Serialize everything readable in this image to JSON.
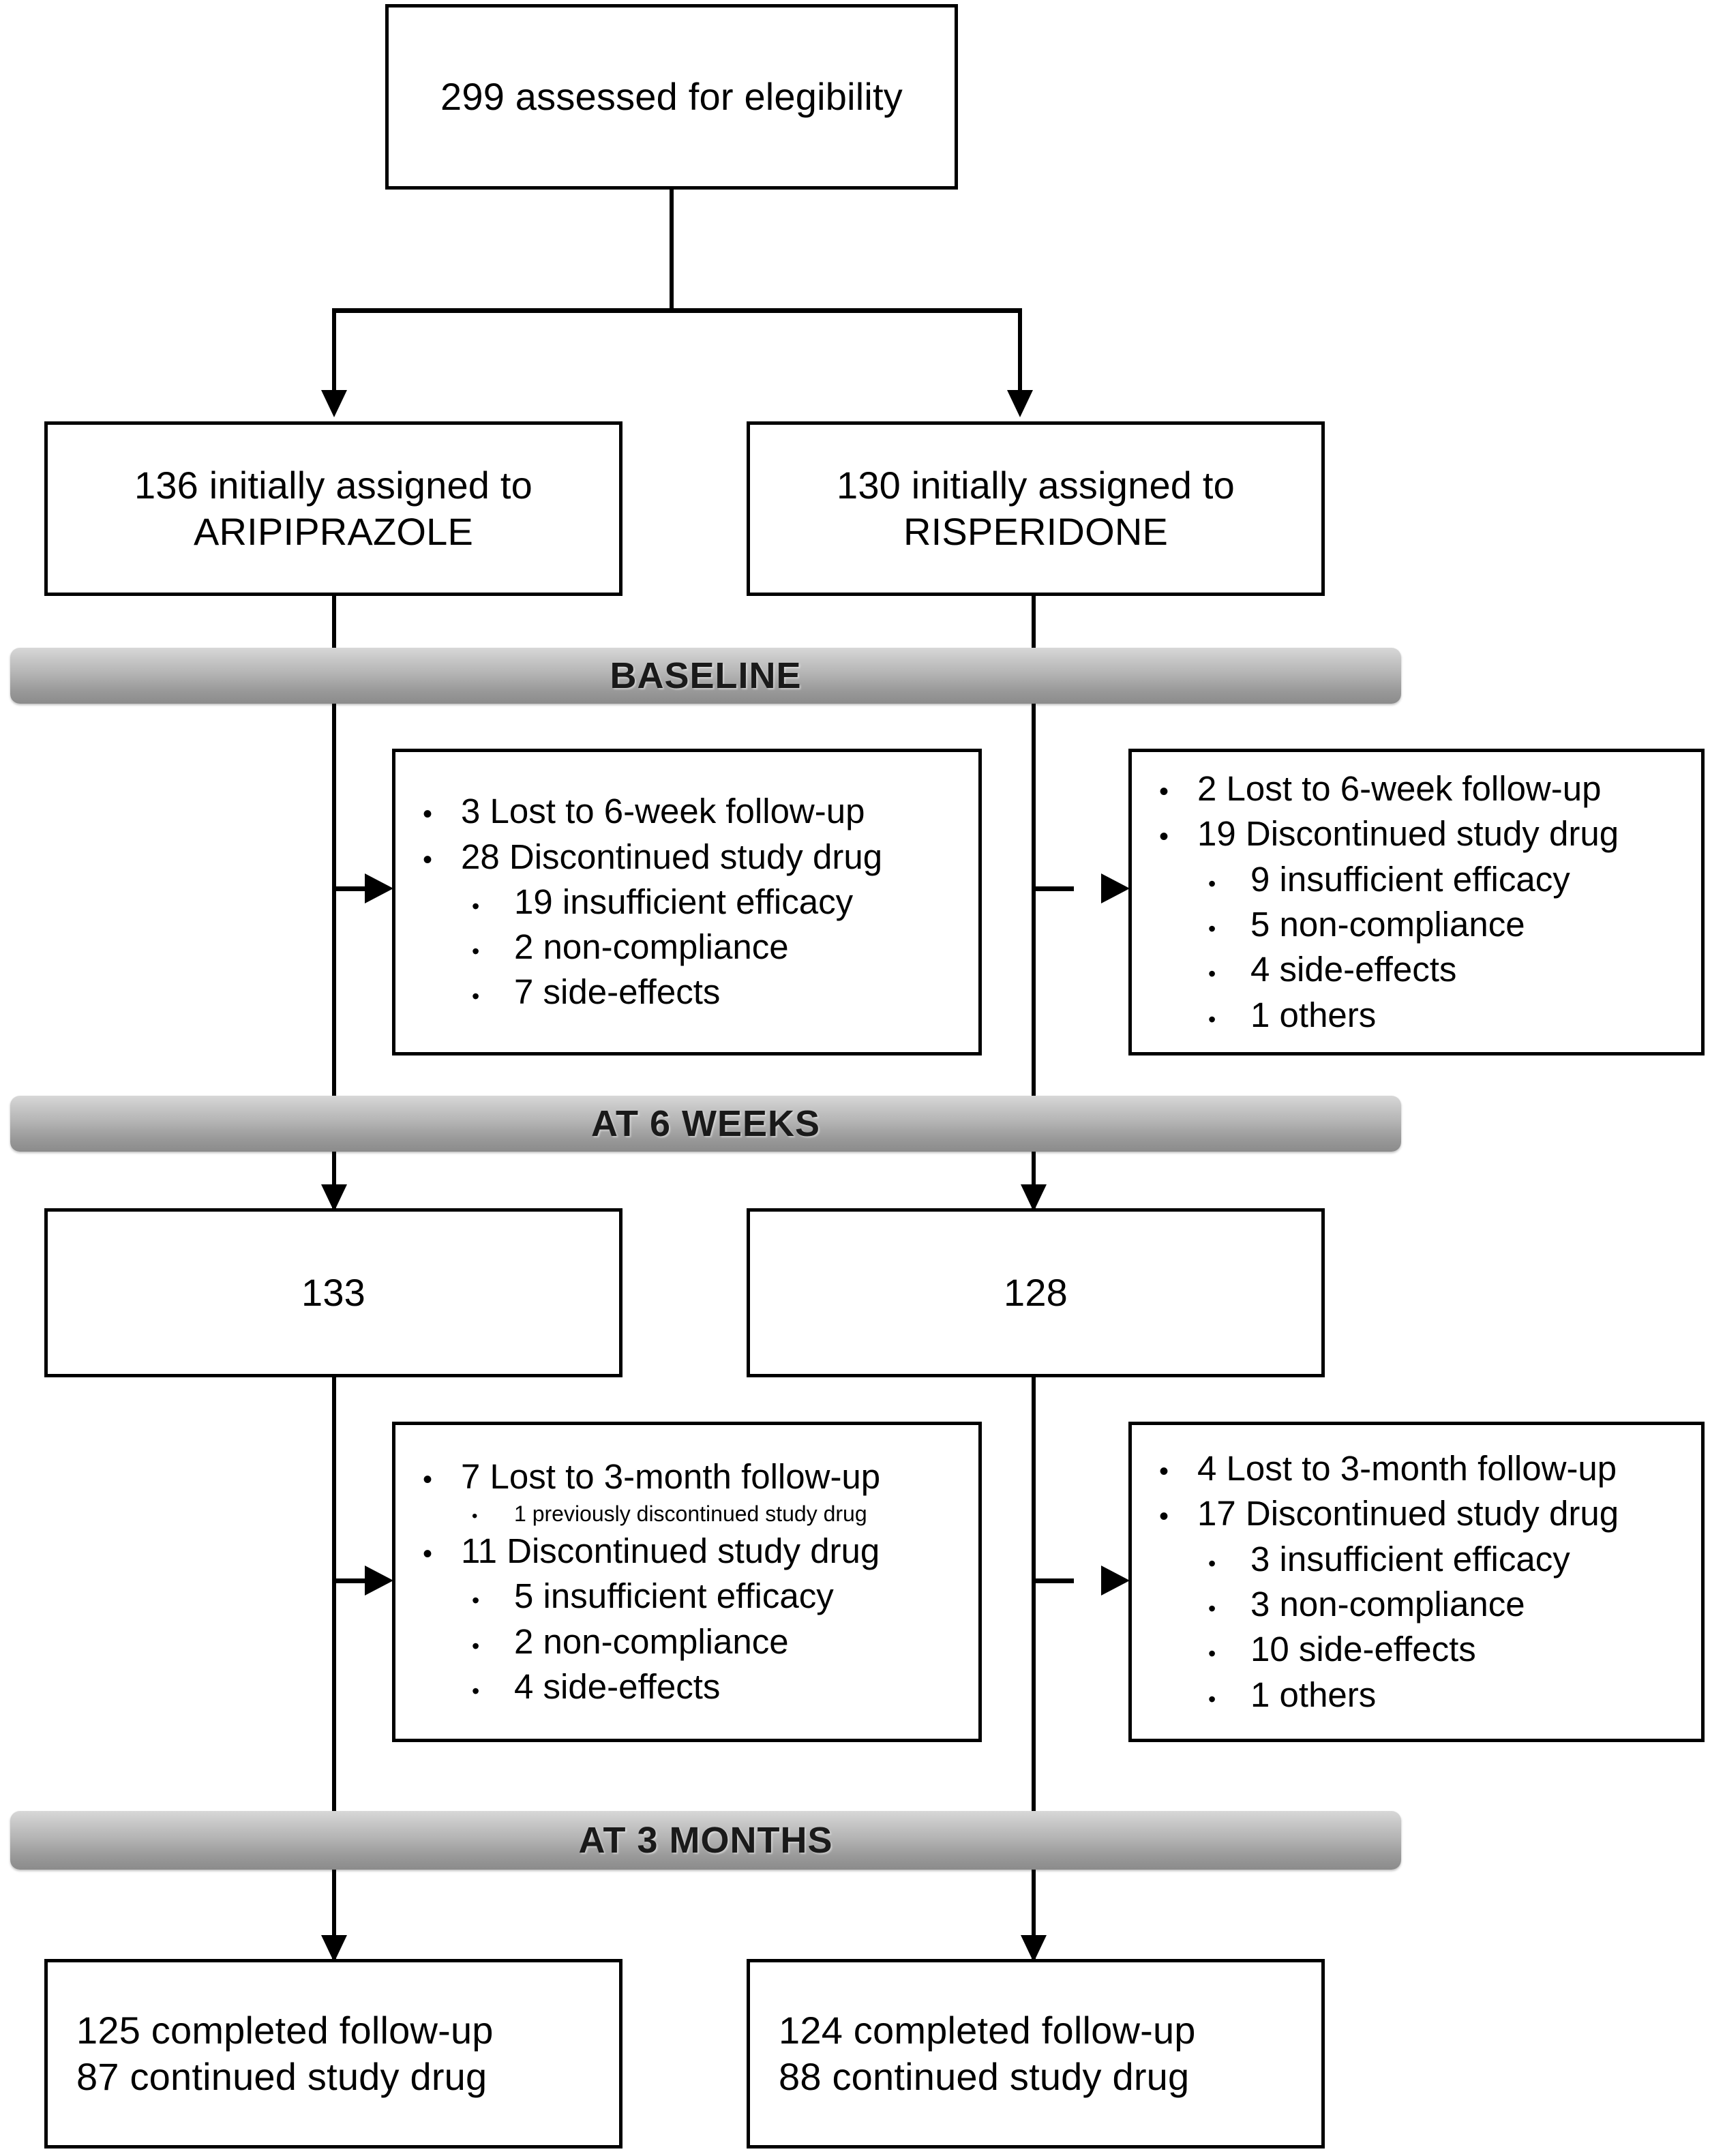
{
  "diagram": {
    "title": "CONSORT participant flow diagram",
    "top_node": {
      "text": "299 assessed for elegibility"
    },
    "arms": [
      {
        "id": "aripiprazole",
        "assigned": "136 initially assigned to\nARIPIPRAZOLE",
        "at_6_weeks_count": "133",
        "final": "125 completed follow-up\n87 continued study drug"
      },
      {
        "id": "risperidone",
        "assigned": "130 initially assigned to\nRISPERIDONE",
        "at_6_weeks_count": "128",
        "final": "124 completed follow-up\n88 continued study drug"
      }
    ],
    "banners": [
      {
        "id": "baseline",
        "label": "BASELINE"
      },
      {
        "id": "at-6-weeks",
        "label": "AT 6 WEEKS"
      },
      {
        "id": "at-3-months",
        "label": "AT 3 MONTHS"
      }
    ],
    "attrition": {
      "week6_left": [
        {
          "level": 1,
          "text": "3 Lost to 6-week follow-up"
        },
        {
          "level": 1,
          "text": "28 Discontinued study drug"
        },
        {
          "level": 2,
          "text": "19 insufficient efficacy"
        },
        {
          "level": 2,
          "text": "2 non-compliance"
        },
        {
          "level": 2,
          "text": "7 side-effects"
        }
      ],
      "week6_right": [
        {
          "level": 1,
          "text": "2 Lost to 6-week follow-up"
        },
        {
          "level": 1,
          "text": "19 Discontinued study drug"
        },
        {
          "level": 2,
          "text": "9 insufficient efficacy"
        },
        {
          "level": 2,
          "text": "5 non-compliance"
        },
        {
          "level": 2,
          "text": "4 side-effects"
        },
        {
          "level": 2,
          "text": "1 others"
        }
      ],
      "month3_left": [
        {
          "level": 1,
          "text": "7 Lost to 3-month follow-up"
        },
        {
          "level": 2,
          "small": true,
          "text": "1 previously discontinued study drug"
        },
        {
          "level": 1,
          "text": "11 Discontinued study drug"
        },
        {
          "level": 2,
          "text": "5 insufficient efficacy"
        },
        {
          "level": 2,
          "text": "2 non-compliance"
        },
        {
          "level": 2,
          "text": "4 side-effects"
        }
      ],
      "month3_right": [
        {
          "level": 1,
          "text": "4 Lost to 3-month follow-up"
        },
        {
          "level": 1,
          "text": "17 Discontinued study drug"
        },
        {
          "level": 2,
          "text": "3 insufficient efficacy"
        },
        {
          "level": 2,
          "text": "3 non-compliance"
        },
        {
          "level": 2,
          "text": "10 side-effects"
        },
        {
          "level": 2,
          "text": "1 others"
        }
      ]
    },
    "colors": {
      "line": "#000000",
      "box_fill": "#ffffff",
      "banner_top": "#d8d8d8",
      "banner_bottom": "#8b8b8b"
    }
  }
}
